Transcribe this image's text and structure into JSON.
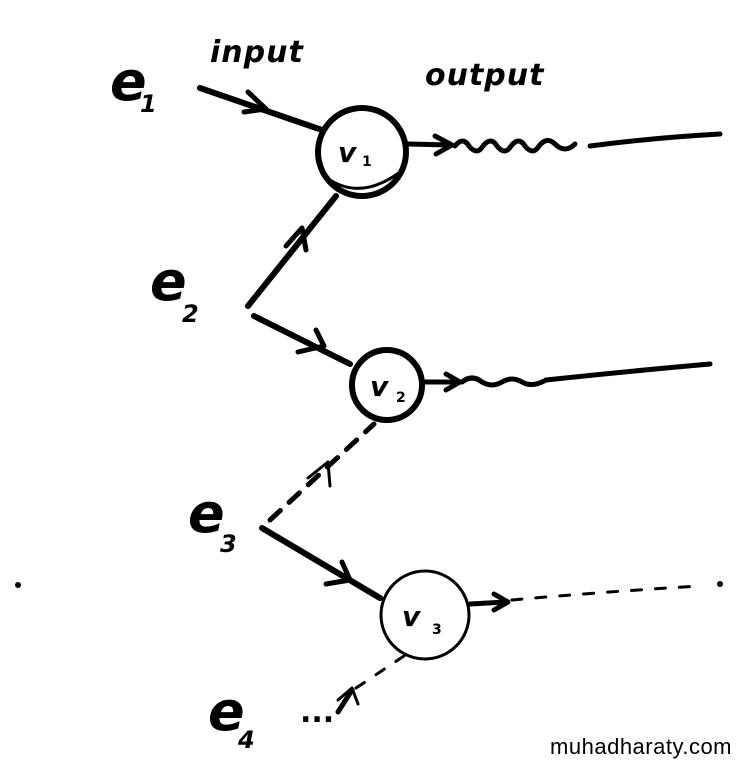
{
  "labels": {
    "input": "input",
    "output": "output"
  },
  "edges": [
    {
      "id": "e1",
      "letter": "e",
      "sub": "1"
    },
    {
      "id": "e2",
      "letter": "e",
      "sub": "2"
    },
    {
      "id": "e3",
      "letter": "e",
      "sub": "3"
    },
    {
      "id": "e4",
      "letter": "e",
      "sub": "4"
    }
  ],
  "vertices": [
    {
      "id": "v1",
      "letter": "v",
      "sub": "1"
    },
    {
      "id": "v2",
      "letter": "v",
      "sub": "2"
    },
    {
      "id": "v3",
      "letter": "v",
      "sub": "3"
    }
  ],
  "continuation": "...",
  "watermark": "muhadharaty.com"
}
